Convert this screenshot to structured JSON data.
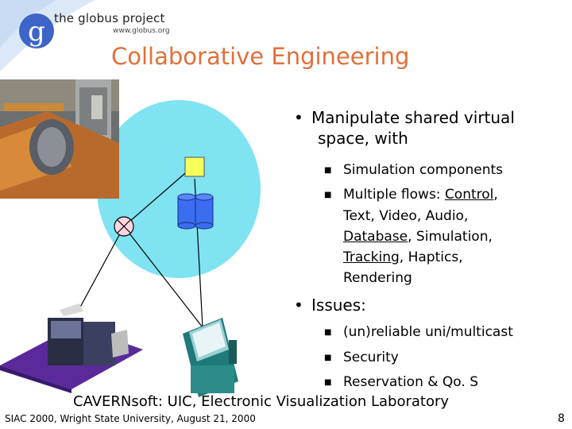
{
  "logo": {
    "letter": "g",
    "name": "the globus project",
    "url": "www.globus.org"
  },
  "title": "Collaborative Engineering",
  "bullets": [
    {
      "text_l1": "Manipulate shared virtual",
      "text_l2": "space, with"
    },
    {
      "text": "Issues:"
    }
  ],
  "sub1": [
    "Simulation components",
    "Multiple flows: ",
    "Control",
    ",",
    "Text, Video, Audio,",
    "Database",
    ", Simulation,",
    "Tracking",
    ", Haptics,",
    "Rendering"
  ],
  "sub2": [
    "(un)reliable uni/multicast",
    "Security",
    "Reservation & Qo. S"
  ],
  "caption": "CAVERNsoft: UIC, Electronic Visualization Laboratory",
  "footer": "SIAC 2000, Wright State University, August 21, 2000",
  "page_number": "8",
  "glyphs": {
    "bullet": "•",
    "square": "■"
  },
  "colors": {
    "title": "#e0703a",
    "oval": "#7fe3f1",
    "diagram_box": "#f4ff5a",
    "database": "#3a6df0"
  }
}
